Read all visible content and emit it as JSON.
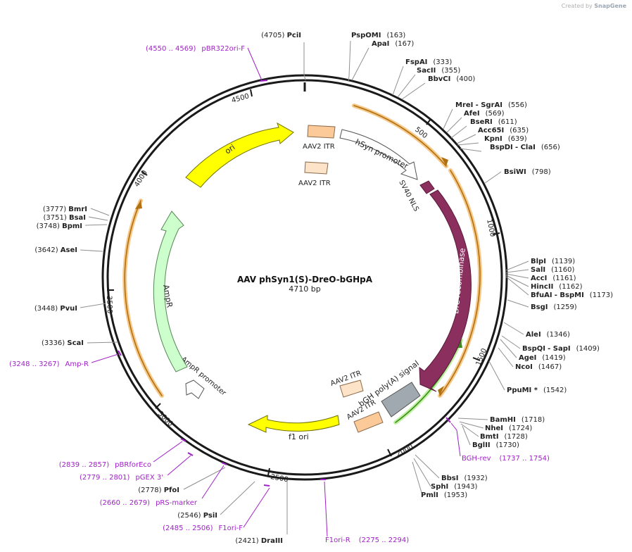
{
  "credit": {
    "created_by": "Created by",
    "brand": "SnapGene"
  },
  "plasmid": {
    "name": "AAV phSyn1(S)-DreO-bGHpA",
    "size_label": "4710 bp"
  },
  "ticks": [
    "500",
    "1000",
    "1500",
    "2000",
    "2500",
    "3000",
    "3500",
    "4000",
    "4500"
  ],
  "features": {
    "itr1": "AAV2 ITR",
    "itr2": "AAV2 ITR",
    "hsyn": "hSyn promoter",
    "sv40": "SV40 NLS",
    "dre": "Dre recombinase",
    "bgh": "bGH poly(A) signal",
    "itr3": "AAV2 ITR",
    "itr4": "AAV2 ITR",
    "f1ori": "f1 ori",
    "ampr_promoter": "AmpR promoter",
    "ampr": "AmpR",
    "ori": "ori"
  },
  "sites": [
    {
      "id": "pcii",
      "name": "PciI",
      "pos": "(4705)"
    },
    {
      "id": "pspomi",
      "name": "PspOMI",
      "pos": "(163)"
    },
    {
      "id": "apai",
      "name": "ApaI",
      "pos": "(167)"
    },
    {
      "id": "fspai",
      "name": "FspAI",
      "pos": "(333)"
    },
    {
      "id": "sacii",
      "name": "SacII",
      "pos": "(355)"
    },
    {
      "id": "bbvci",
      "name": "BbvCI",
      "pos": "(400)"
    },
    {
      "id": "mrei",
      "name": "MreI",
      "pos": "(556)",
      "extra": "- SgrAI"
    },
    {
      "id": "afei",
      "name": "AfeI",
      "pos": "(569)"
    },
    {
      "id": "beseri",
      "name": "BseRI",
      "pos": "(611)"
    },
    {
      "id": "acc65i",
      "name": "Acc65I",
      "pos": "(635)"
    },
    {
      "id": "kpni",
      "name": "KpnI",
      "pos": "(639)"
    },
    {
      "id": "bspdi",
      "name": "BspDI",
      "pos": "(656)",
      "extra": "- ClaI"
    },
    {
      "id": "bsiwi",
      "name": "BsiWI",
      "pos": "(798)"
    },
    {
      "id": "blpi",
      "name": "BlpI",
      "pos": "(1139)"
    },
    {
      "id": "sali",
      "name": "SalI",
      "pos": "(1160)"
    },
    {
      "id": "acci",
      "name": "AccI",
      "pos": "(1161)"
    },
    {
      "id": "hincii",
      "name": "HincII",
      "pos": "(1162)"
    },
    {
      "id": "bfuai",
      "name": "BfuAI",
      "pos": "(1173)",
      "extra": "- BspMI"
    },
    {
      "id": "bsgi",
      "name": "BsgI",
      "pos": "(1259)"
    },
    {
      "id": "alei",
      "name": "AleI",
      "pos": "(1346)"
    },
    {
      "id": "bspqi",
      "name": "BspQI",
      "pos": "(1409)",
      "extra": "- SapI"
    },
    {
      "id": "agei",
      "name": "AgeI",
      "pos": "(1419)"
    },
    {
      "id": "ncoi",
      "name": "NcoI",
      "pos": "(1467)"
    },
    {
      "id": "ppumi",
      "name": "PpuMI *",
      "pos": "(1542)"
    },
    {
      "id": "bamhi",
      "name": "BamHI",
      "pos": "(1718)"
    },
    {
      "id": "nhei",
      "name": "NheI",
      "pos": "(1724)"
    },
    {
      "id": "bmti",
      "name": "BmtI",
      "pos": "(1728)"
    },
    {
      "id": "bglii",
      "name": "BglII",
      "pos": "(1730)"
    },
    {
      "id": "bbsi",
      "name": "BbsI",
      "pos": "(1932)"
    },
    {
      "id": "sphi",
      "name": "SphI",
      "pos": "(1943)"
    },
    {
      "id": "pmli",
      "name": "PmlI",
      "pos": "(1953)"
    },
    {
      "id": "draiii",
      "name": "DraIII",
      "pos": "(2421)"
    },
    {
      "id": "psii",
      "name": "PsiI",
      "pos": "(2546)"
    },
    {
      "id": "pfoi",
      "name": "PfoI",
      "pos": "(2778)"
    },
    {
      "id": "scai",
      "name": "ScaI",
      "pos": "(3336)"
    },
    {
      "id": "pvui",
      "name": "PvuI",
      "pos": "(3448)"
    },
    {
      "id": "asei",
      "name": "AseI",
      "pos": "(3642)"
    },
    {
      "id": "bpmi",
      "name": "BpmI",
      "pos": "(3748)"
    },
    {
      "id": "bsai",
      "name": "BsaI",
      "pos": "(3751)"
    },
    {
      "id": "bmri",
      "name": "BmrI",
      "pos": "(3777)"
    }
  ],
  "primers": [
    {
      "id": "pbr322",
      "name": "pBR322ori-F",
      "range": "(4550 .. 4569)"
    },
    {
      "id": "bghrev",
      "name": "BGH-rev",
      "range": "(1737 .. 1754)"
    },
    {
      "id": "f1orir",
      "name": "F1ori-R",
      "range": "(2275 .. 2294)"
    },
    {
      "id": "f1orif",
      "name": "F1ori-F",
      "range": "(2485 .. 2506)"
    },
    {
      "id": "prsmarker",
      "name": "pRS-marker",
      "range": "(2660 .. 2679)"
    },
    {
      "id": "pgex3",
      "name": "pGEX 3'",
      "range": "(2779 .. 2801)"
    },
    {
      "id": "pbrforeco",
      "name": "pBRforEco",
      "range": "(2839 .. 2857)"
    },
    {
      "id": "ampr",
      "name": "Amp-R",
      "range": "(3248 .. 3267)"
    }
  ],
  "colors": {
    "backbone": "#1a1a1a",
    "itr": "#fcc999",
    "itr_light": "#fde3c8",
    "dre": "#8b2f5f",
    "bgh": "#a0a8b0",
    "yellow": "#ffff00",
    "ampr": "#ccffcc",
    "orf_orange": "#f0c070",
    "orf_green": "#7ec850",
    "primer": "#a020c8",
    "site_line": "#909090"
  }
}
